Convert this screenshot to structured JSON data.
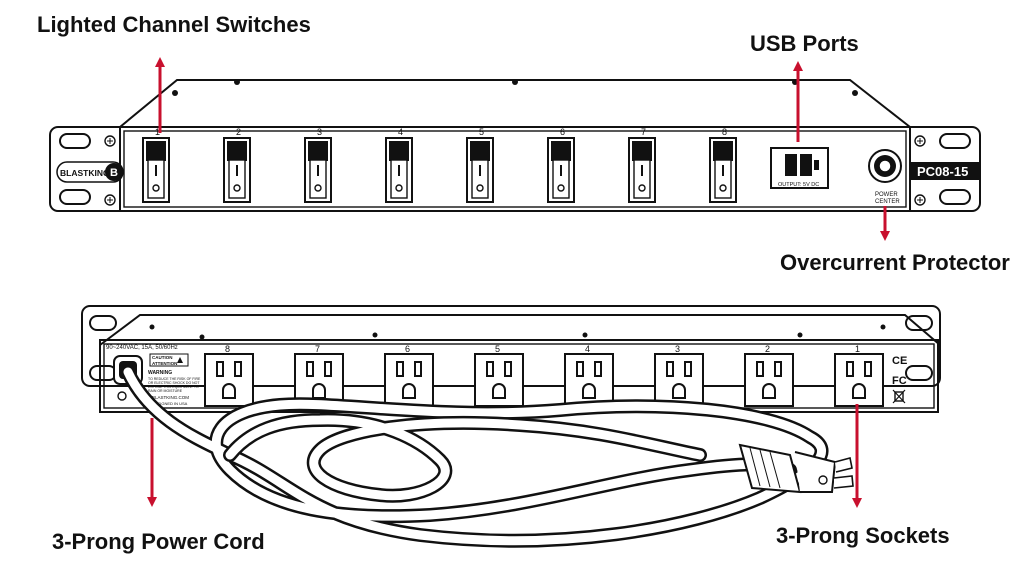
{
  "callouts": {
    "switches": "Lighted Channel Switches",
    "usb": "USB Ports",
    "protector": "Overcurrent Protector",
    "cord": "3-Prong Power Cord",
    "sockets": "3-Prong Sockets"
  },
  "front": {
    "brand": "BLASTKING",
    "model": "PC08-15",
    "channels": [
      "1",
      "2",
      "3",
      "4",
      "5",
      "6",
      "7",
      "8"
    ],
    "usb_label": "OUTPUT: 5V DC",
    "breaker_label_1": "POWER",
    "breaker_label_2": "CENTER"
  },
  "rear": {
    "spec": "90~240VAC, 15A, 50/60Hz",
    "caution": "CAUTION",
    "attention": "ATTENTION",
    "warning": "WARNING",
    "warning_text_1": "TO REDUCE THE RISK OF FIRE",
    "warning_text_2": "OR ELECTRIC SHOCK DO NOT",
    "warning_text_3": "EXPOSE THIS EQUIPMENT TO",
    "warning_text_4": "RAIN OR MOISTURE",
    "website": "BLASTKING.COM",
    "made_in": "DESIGNED IN USA",
    "sockets": [
      "8",
      "7",
      "6",
      "5",
      "4",
      "3",
      "2",
      "1"
    ],
    "ce": "CE",
    "fc": "FC"
  },
  "colors": {
    "arrow": "#c8102e",
    "line": "#111111"
  }
}
